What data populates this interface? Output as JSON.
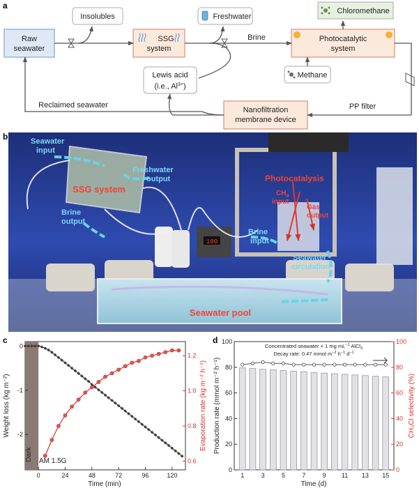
{
  "panel_a": {
    "letter": "a",
    "raw_seawater": [
      "Raw",
      "seawater"
    ],
    "insolubles": "Insolubles",
    "ssg_system": [
      "SSG",
      "system"
    ],
    "freshwater": "Freshwater",
    "brine": "Brine",
    "chloromethane": "Chloromethane",
    "photocatalytic_system": [
      "Photocatalytic",
      "system"
    ],
    "lewis_acid": [
      "Lewis acid",
      "(i.e., Al",
      "3+",
      ")"
    ],
    "methane": "Methane",
    "pp_filter": "PP filter",
    "nanofiltration": [
      "Nanofiltration",
      "membrane device"
    ],
    "reclaimed_seawater": "Reclaimed seawater",
    "colors": {
      "box_fill": "#fbe9dc",
      "box_border": "#d4917a",
      "raw_fill": "#dfe9f5",
      "raw_border": "#7ea7cf",
      "arrow": "#555555"
    }
  },
  "panel_b": {
    "letter": "b",
    "labels": {
      "seawater_input": [
        "Seawater",
        "input"
      ],
      "freshwater_output": [
        "Freshwater",
        "output"
      ],
      "ssg_system": "SSG system",
      "brine_output": [
        "Brine",
        "output"
      ],
      "photocatalysis": "Photocatalysis",
      "brine_input": [
        "Brine",
        "input"
      ],
      "seawater_circulation": [
        "Seawater",
        "circulation"
      ],
      "seawater_pool": "Seawater pool",
      "ch4_input": [
        "CH",
        "4",
        "input"
      ],
      "gas_output": [
        "Gas",
        "output"
      ],
      "display_value": "100"
    }
  },
  "chart_data": [
    {
      "panel": "c",
      "type": "line",
      "xlabel": "Time (min)",
      "ylabel_left": "Weight loss (kg m⁻²)",
      "ylabel_right": "Evaporation rate (kg m⁻² h⁻¹)",
      "annotation_dark": "Dark",
      "annotation_light": "AM 1.5G",
      "xlim": [
        -12,
        132
      ],
      "xticks": [
        0,
        24,
        48,
        72,
        96,
        120
      ],
      "ylim_left": [
        -2.8,
        0.1
      ],
      "yticks_left": [
        0,
        -1,
        -2
      ],
      "ylim_right": [
        0.55,
        1.28
      ],
      "yticks_right": [
        0.6,
        0.8,
        1.0,
        1.2
      ],
      "series": [
        {
          "name": "Weight loss",
          "axis": "left",
          "color": "#3a3a3a",
          "x": [
            -12,
            -9,
            -6,
            -3,
            0,
            3,
            6,
            9,
            12,
            15,
            18,
            21,
            24,
            27,
            30,
            33,
            36,
            39,
            42,
            45,
            48,
            51,
            54,
            57,
            60,
            63,
            66,
            69,
            72,
            75,
            78,
            81,
            84,
            87,
            90,
            93,
            96,
            99,
            102,
            105,
            108,
            111,
            114,
            117,
            120,
            123,
            126,
            129
          ],
          "y": [
            0,
            0,
            0,
            0,
            0,
            -0.02,
            -0.05,
            -0.09,
            -0.14,
            -0.2,
            -0.26,
            -0.32,
            -0.38,
            -0.44,
            -0.5,
            -0.56,
            -0.62,
            -0.68,
            -0.74,
            -0.8,
            -0.87,
            -0.93,
            -0.99,
            -1.05,
            -1.11,
            -1.17,
            -1.23,
            -1.29,
            -1.35,
            -1.41,
            -1.47,
            -1.53,
            -1.59,
            -1.65,
            -1.71,
            -1.77,
            -1.83,
            -1.89,
            -1.95,
            -2.01,
            -2.07,
            -2.13,
            -2.19,
            -2.25,
            -2.31,
            -2.37,
            -2.43,
            -2.49
          ]
        },
        {
          "name": "Evaporation rate",
          "axis": "right",
          "color": "#d8322c",
          "x": [
            6,
            12,
            18,
            24,
            30,
            36,
            42,
            48,
            54,
            60,
            66,
            72,
            78,
            84,
            90,
            96,
            102,
            108,
            114,
            120,
            126
          ],
          "y": [
            0.63,
            0.72,
            0.8,
            0.86,
            0.91,
            0.95,
            0.99,
            1.02,
            1.05,
            1.08,
            1.1,
            1.12,
            1.14,
            1.16,
            1.17,
            1.19,
            1.2,
            1.21,
            1.22,
            1.23,
            1.23
          ]
        }
      ]
    },
    {
      "panel": "d",
      "type": "bar",
      "xlabel": "Time (d)",
      "ylabel_left": "Production rate (mmol m⁻² h⁻¹)",
      "ylabel_right": "CH₃Cl selectivity (%)",
      "legend_line1": [
        "Concentrated seawater + 1 mg mL",
        "−1",
        " AlCl",
        "3"
      ],
      "legend_line2": [
        "Decay rate: 0.47 mmol m",
        "−2",
        " h",
        "−1",
        " d",
        "−1"
      ],
      "ylim_left": [
        0,
        100
      ],
      "yticks_left": [
        0,
        20,
        40,
        60,
        80,
        100
      ],
      "ylim_right": [
        0,
        100
      ],
      "yticks_right": [
        0,
        20,
        40,
        60,
        80,
        100
      ],
      "x": [
        1,
        2,
        3,
        4,
        5,
        6,
        7,
        8,
        9,
        10,
        11,
        12,
        13,
        14,
        15
      ],
      "xticks": [
        1,
        3,
        5,
        7,
        9,
        11,
        13,
        15
      ],
      "bar_values": [
        79.5,
        79,
        78.5,
        78,
        77.5,
        77,
        76.5,
        76,
        75.5,
        75,
        74.5,
        74,
        73.5,
        73,
        72.5
      ],
      "selectivity": [
        82,
        83,
        84,
        83,
        83,
        82,
        82,
        82,
        82,
        82,
        82,
        82,
        82,
        82,
        82
      ],
      "colors": {
        "bar_fill": "#e2e2e6",
        "bar_stroke": "#8c8c94",
        "line": "#555555"
      }
    }
  ]
}
